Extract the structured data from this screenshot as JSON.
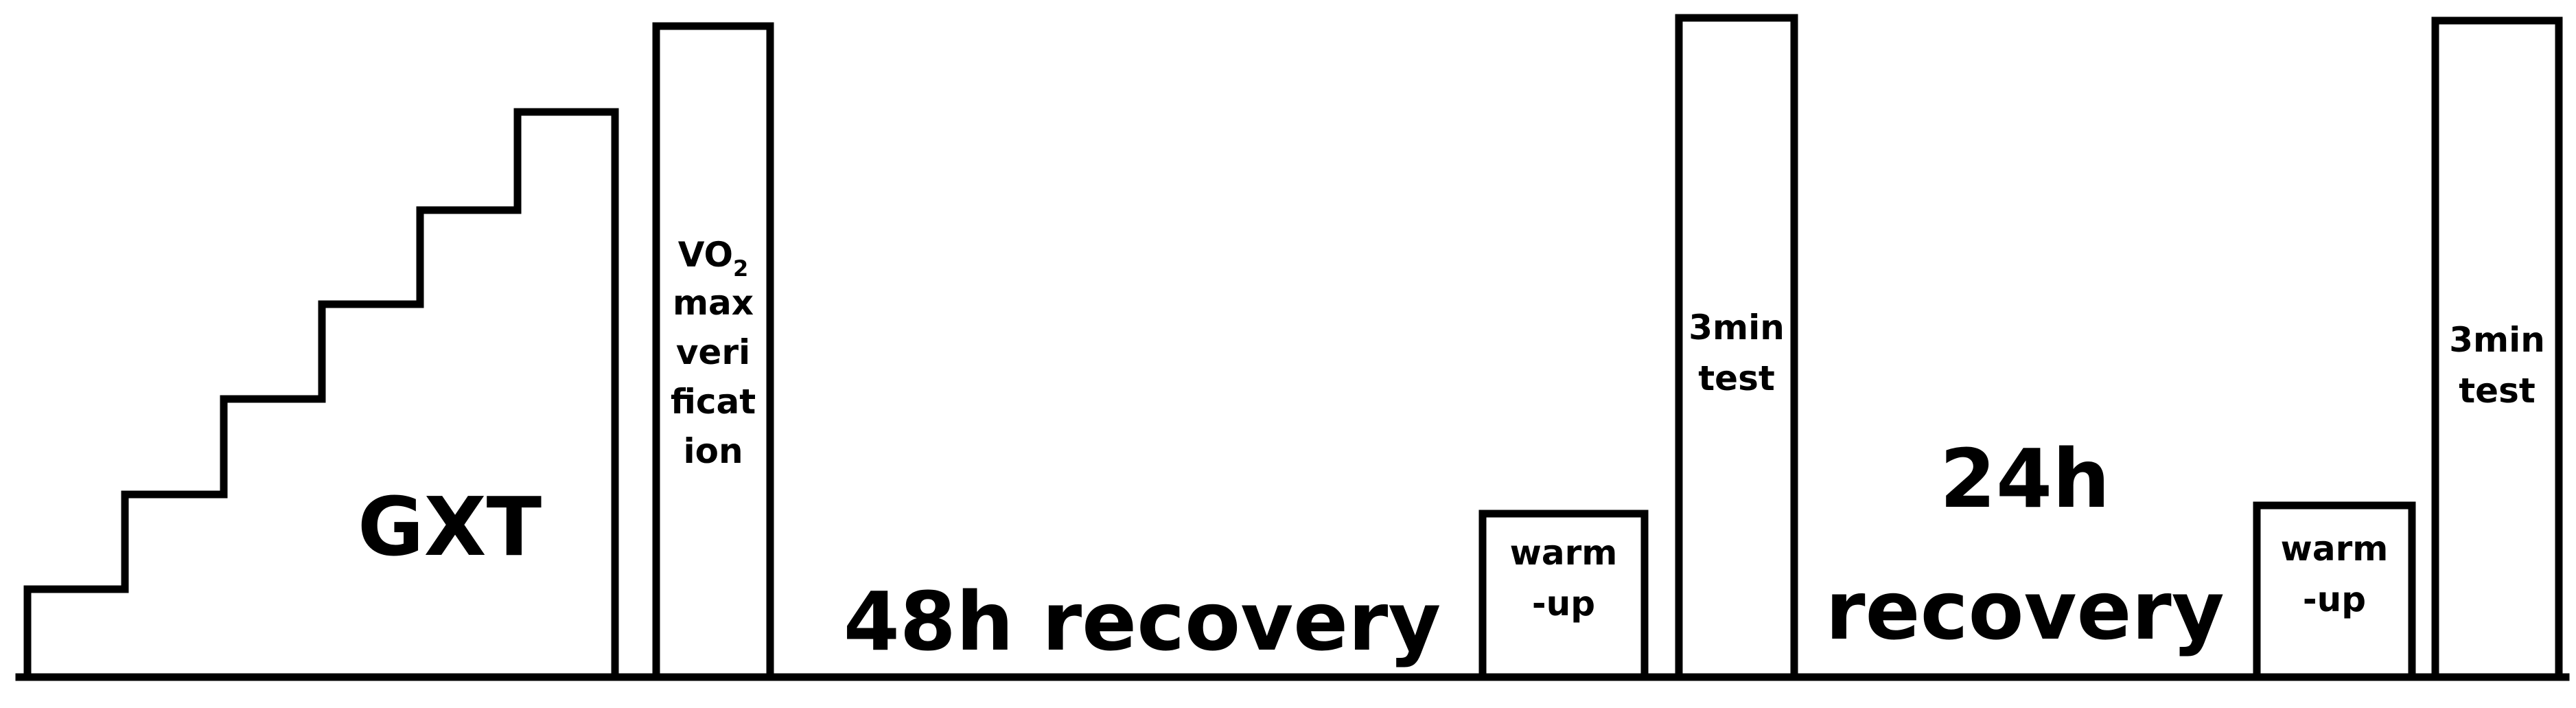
{
  "labels": {
    "gxt": "GXT",
    "vo2_prefix": "VO",
    "vo2_subscript": "2",
    "vo2_lines": [
      "max",
      "veri",
      "ficat",
      "ion"
    ],
    "recovery_48h": "48h recovery",
    "warmup_1": [
      "warm",
      "-up"
    ],
    "test_1": [
      "3min",
      "test"
    ],
    "recovery_24h": [
      "24h",
      "recovery"
    ],
    "warmup_2": [
      "warm",
      "-up"
    ],
    "test_2": [
      "3min",
      "test"
    ]
  }
}
